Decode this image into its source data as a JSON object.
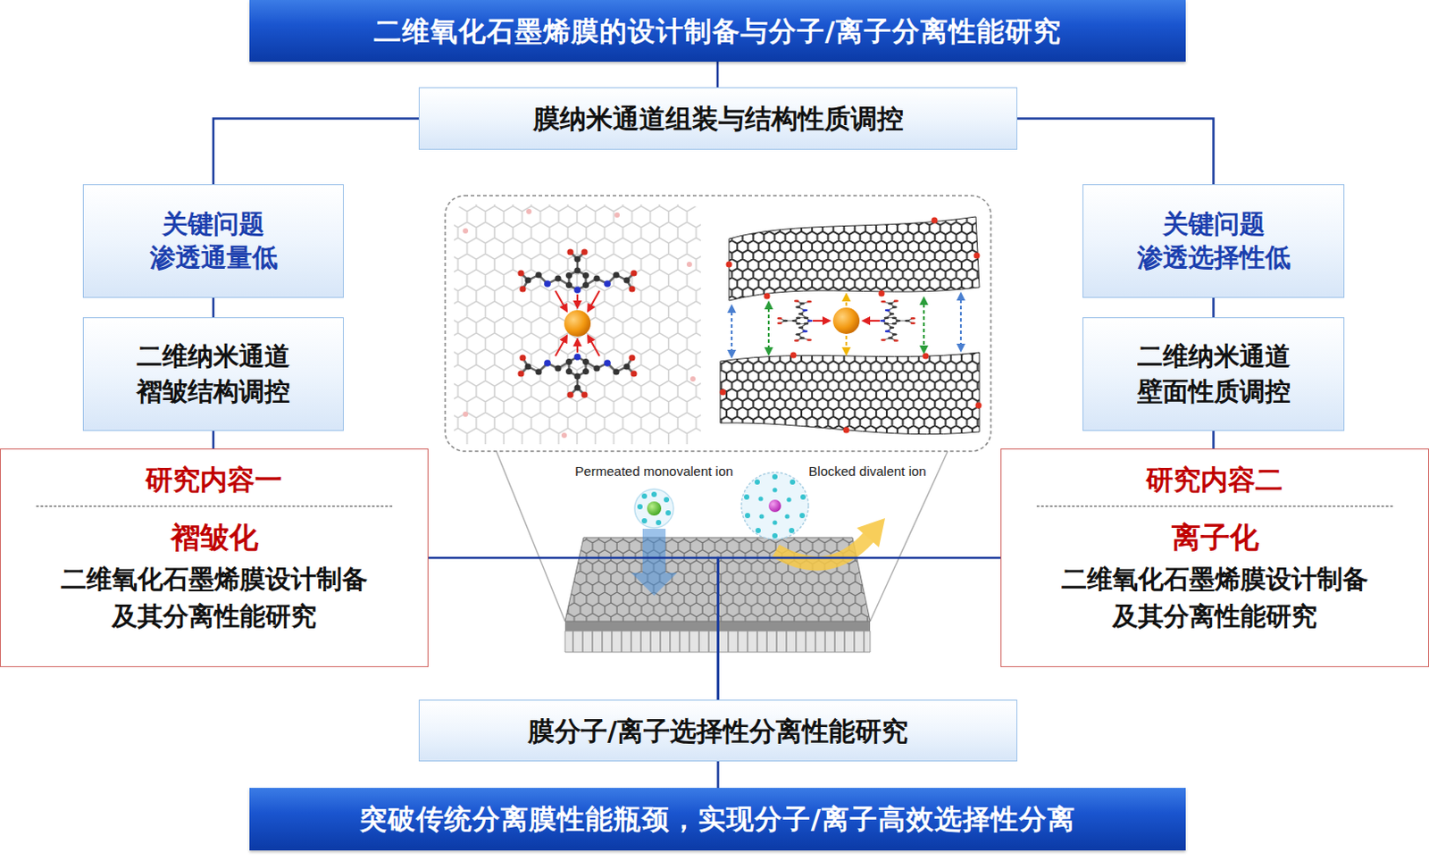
{
  "diagram": {
    "nodes": [
      {
        "text": [
          "二维氧化石墨烯膜的设计制备与分子/离子分离性能研究"
        ]
      },
      {
        "text": [
          "膜纳米通道组装与结构性质调控"
        ]
      },
      {
        "text": [
          "关键问题",
          "渗透通量低"
        ]
      },
      {
        "text": [
          "二维纳米通道 褶皱结构调控"
        ]
      },
      {
        "text": [
          "研究内容一",
          "褶皱化",
          "二维氧化石墨烯膜设计制备 及其分离性能研究"
        ]
      },
      {
        "text": [
          "关键问题",
          "渗透选择性低"
        ]
      },
      {
        "text": [
          "二维纳米通道 壁面性质调控"
        ]
      },
      {
        "text": [
          "研究内容二",
          "离子化",
          "二维氧化石墨烯膜设计制备 及其分离性能研究"
        ]
      },
      {
        "text": [
          "膜分子/离子选择性分离性能研究"
        ]
      },
      {
        "text": [
          "突破传统分离膜性能瓶颈，实现分子/离子高效选择性分离"
        ]
      }
    ],
    "edges": [
      {
        "from": 0,
        "to": 1,
        "arrow": "none"
      },
      {
        "from": 1,
        "to": 2,
        "arrow": "none"
      },
      {
        "from": 2,
        "to": 3,
        "arrow": "none"
      },
      {
        "from": 3,
        "to": 4,
        "arrow": "none"
      },
      {
        "from": 4,
        "to": 8,
        "arrow": "none"
      },
      {
        "from": 1,
        "to": 5,
        "arrow": "none"
      },
      {
        "from": 5,
        "to": 6,
        "arrow": "none"
      },
      {
        "from": 6,
        "to": 7,
        "arrow": "none"
      },
      {
        "from": 7,
        "to": 8,
        "arrow": "none"
      },
      {
        "from": 8,
        "to": 9,
        "arrow": "none"
      }
    ],
    "labels": [
      "Permeated monovalent ion",
      "Blocked divalent ion"
    ]
  }
}
